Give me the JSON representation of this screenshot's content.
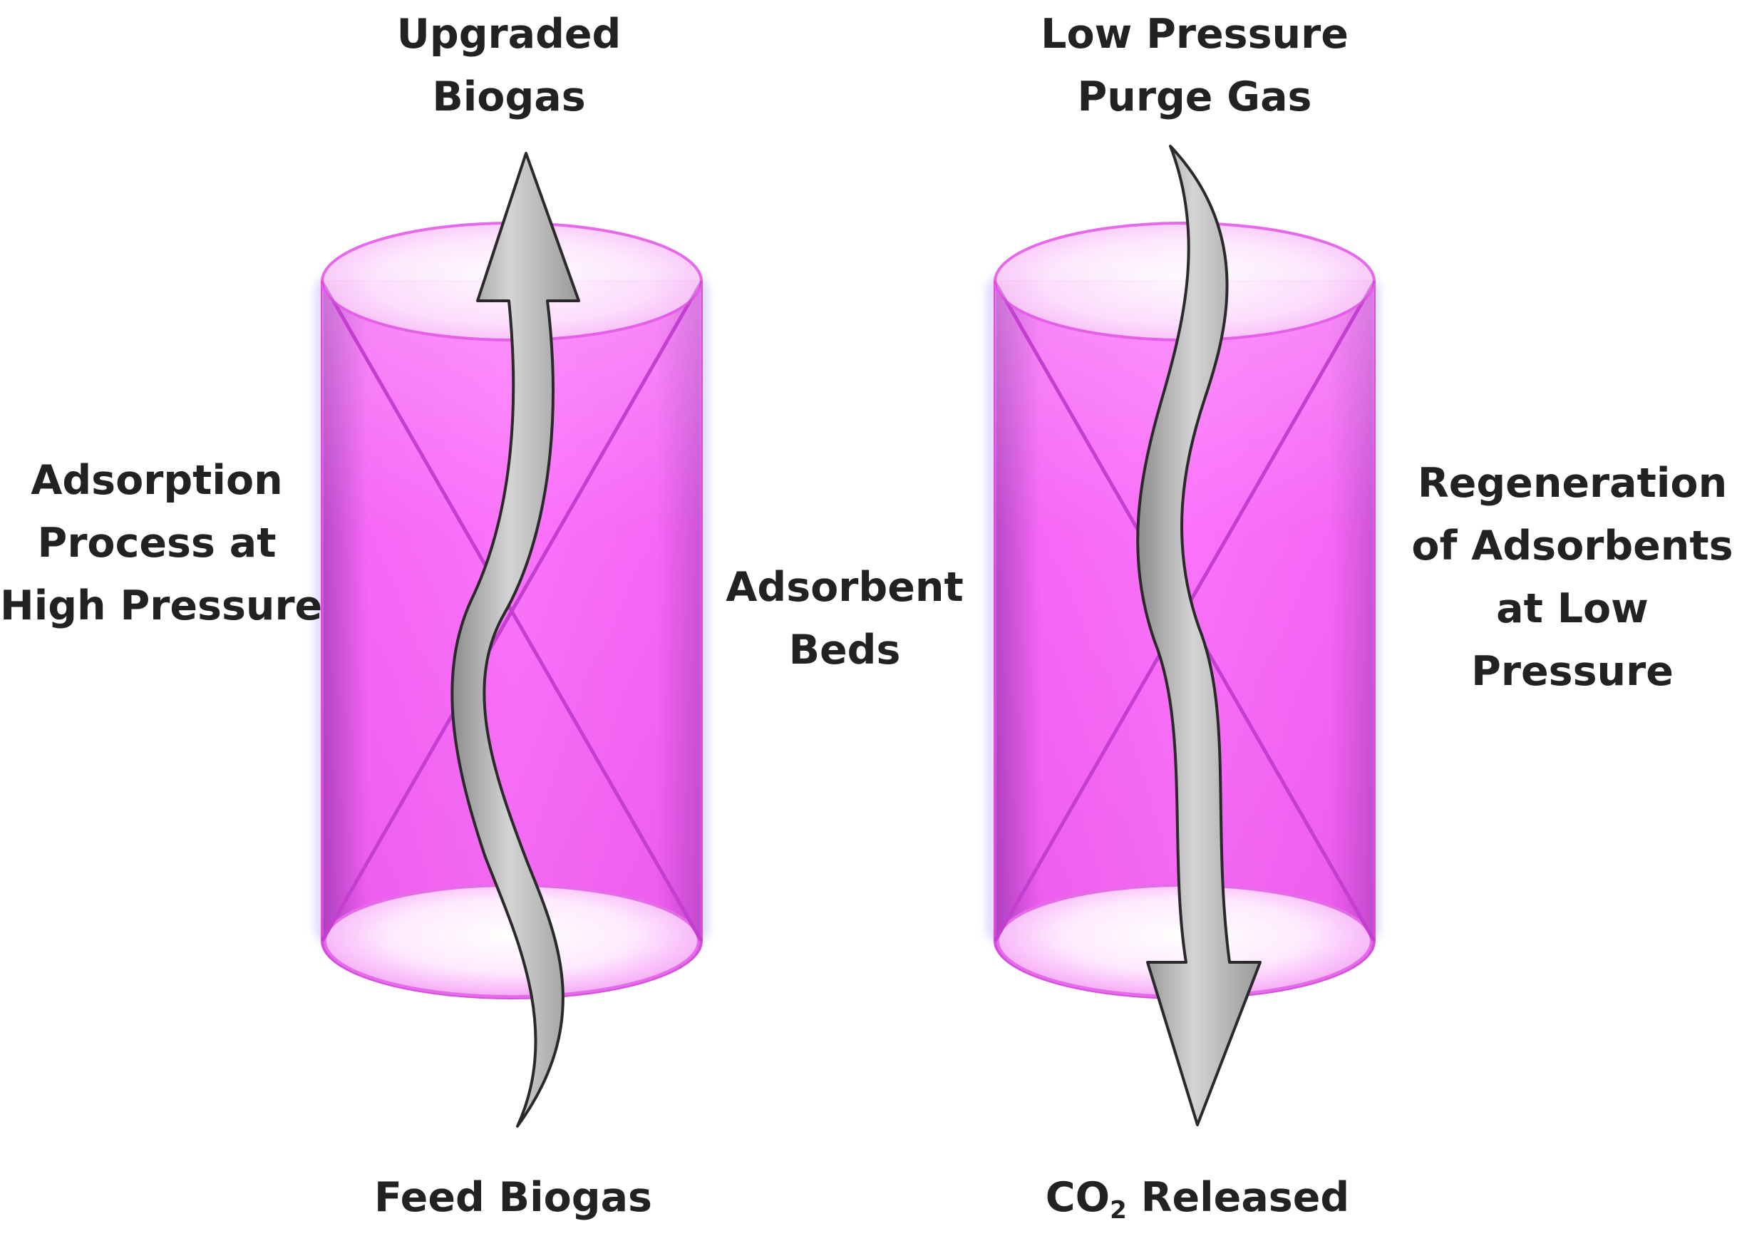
{
  "labels": {
    "upgraded_biogas": [
      "Upgraded",
      "Biogas"
    ],
    "purge_gas": [
      "Low Pressure",
      "Purge Gas"
    ],
    "adsorption": [
      "Adsorption",
      "Process at",
      "High Pressure"
    ],
    "adsorbent_beds": [
      "Adsorbent",
      "Beds"
    ],
    "regeneration": [
      "Regeneration",
      "of Adsorbents",
      "at Low",
      "Pressure"
    ],
    "feed_biogas": "Feed Biogas",
    "co2_main": "CO",
    "co2_sub": "2",
    "co2_rest": " Released"
  },
  "colors": {
    "bed_fill": "#f95ff9",
    "bed_edge": "#d84fe0",
    "bed_glow": "#c9b4ff",
    "top_ellipse": "#fde3fd",
    "arrow_fill": "#c8c8c8",
    "arrow_stroke": "#2a2a2a",
    "text": "#222222"
  }
}
